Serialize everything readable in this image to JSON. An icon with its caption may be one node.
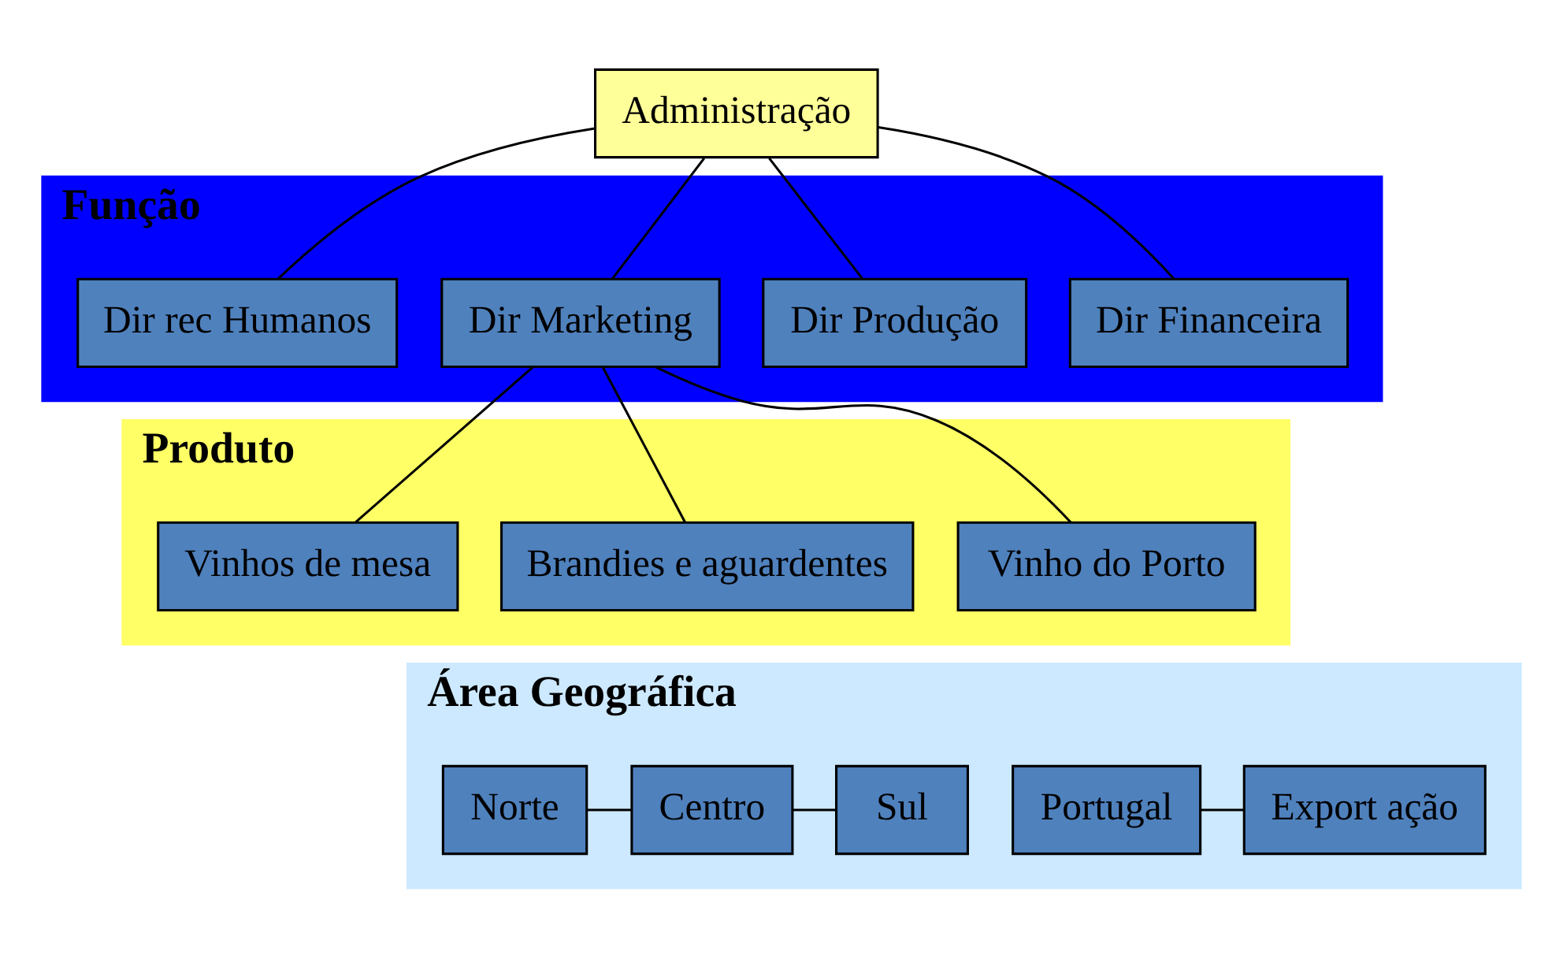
{
  "diagram": {
    "nodes": [
      {
        "text": [
          "Administração"
        ]
      },
      {
        "text": [
          "Função"
        ]
      },
      {
        "text": [
          "Dir Financeira"
        ],
        "in": 1
      },
      {
        "text": [
          "Dir Produção"
        ],
        "in": 1
      },
      {
        "text": [
          "Dir Marketing"
        ],
        "in": 1
      },
      {
        "text": [
          "Dir rec Humanos"
        ],
        "in": 1
      },
      {
        "text": [
          "Produto"
        ]
      },
      {
        "text": [
          "Vinho do Porto"
        ],
        "in": 6
      },
      {
        "text": [
          "Brandies e aguardentes"
        ],
        "in": 6
      },
      {
        "text": [
          "Vinhos de mesa"
        ],
        "in": 6
      },
      {
        "text": [
          "Área Geográfica"
        ]
      },
      {
        "text": [
          "Portugal"
        ],
        "in": 10
      },
      {
        "text": [
          "Export ação"
        ],
        "in": 10
      },
      {
        "text": [
          "Norte"
        ],
        "in": 10
      },
      {
        "text": [
          "Centro"
        ],
        "in": 10
      },
      {
        "text": [
          "Sul"
        ],
        "in": 10
      }
    ],
    "edges": [
      {
        "from": 0,
        "to": 2,
        "arrow": "none"
      },
      {
        "from": 0,
        "to": 3,
        "arrow": "none"
      },
      {
        "from": 0,
        "to": 4,
        "arrow": "none"
      },
      {
        "from": 0,
        "to": 5,
        "arrow": "none"
      },
      {
        "from": 4,
        "to": 7,
        "arrow": "none"
      },
      {
        "from": 4,
        "to": 8,
        "arrow": "none"
      },
      {
        "from": 4,
        "to": 9,
        "arrow": "none"
      },
      {
        "from": 11,
        "to": 12,
        "arrow": "none"
      },
      {
        "from": 13,
        "to": 14,
        "arrow": "none"
      },
      {
        "from": 14,
        "to": 15,
        "arrow": "none"
      }
    ]
  }
}
